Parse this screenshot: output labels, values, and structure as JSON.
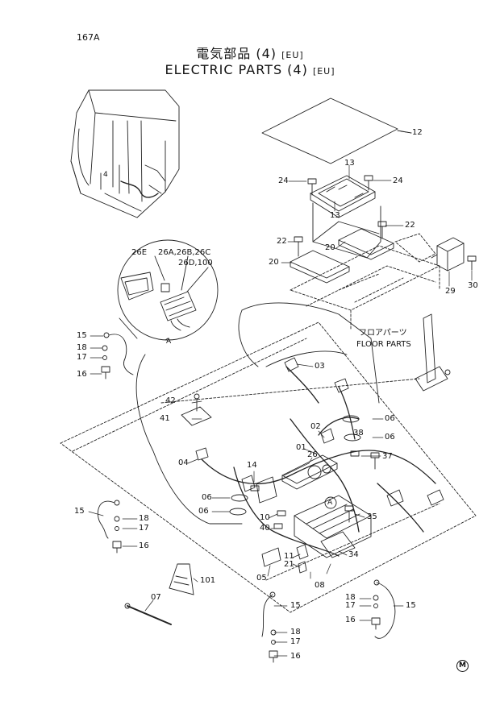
{
  "header": {
    "page_code": "167A",
    "title_jp": "電気部品 (4)",
    "title_jp_tag": "[EU]",
    "title_en": "ELECTRIC PARTS (4)",
    "title_en_tag": "[EU]"
  },
  "floor_parts": {
    "label_jp": "フロアパーツ",
    "label_en": "FLOOR PARTS"
  },
  "callouts": {
    "detail_a": "A",
    "detail_a_cab": "A",
    "cab_ref": "4"
  },
  "maker_mark": "M",
  "part_labels": [
    {
      "id": "12",
      "text": "12"
    },
    {
      "id": "13a",
      "text": "13"
    },
    {
      "id": "13b",
      "text": "13"
    },
    {
      "id": "24a",
      "text": "24"
    },
    {
      "id": "24b",
      "text": "24"
    },
    {
      "id": "22a",
      "text": "22"
    },
    {
      "id": "22b",
      "text": "22"
    },
    {
      "id": "20a",
      "text": "20"
    },
    {
      "id": "20b",
      "text": "20"
    },
    {
      "id": "29",
      "text": "29"
    },
    {
      "id": "30",
      "text": "30"
    },
    {
      "id": "26E",
      "text": "26E"
    },
    {
      "id": "26ABC",
      "text": "26A,26B,26C"
    },
    {
      "id": "26D",
      "text": "26D,100"
    },
    {
      "id": "15a",
      "text": "15"
    },
    {
      "id": "18a",
      "text": "18"
    },
    {
      "id": "17a",
      "text": "17"
    },
    {
      "id": "16a",
      "text": "16"
    },
    {
      "id": "03",
      "text": "03"
    },
    {
      "id": "42",
      "text": "42"
    },
    {
      "id": "41",
      "text": "41"
    },
    {
      "id": "06a",
      "text": "06"
    },
    {
      "id": "06b",
      "text": "06"
    },
    {
      "id": "02",
      "text": "02"
    },
    {
      "id": "01",
      "text": "01"
    },
    {
      "id": "26",
      "text": "26"
    },
    {
      "id": "38",
      "text": "38"
    },
    {
      "id": "37",
      "text": "37"
    },
    {
      "id": "04",
      "text": "04"
    },
    {
      "id": "14",
      "text": "14"
    },
    {
      "id": "06c",
      "text": "06"
    },
    {
      "id": "06d",
      "text": "06"
    },
    {
      "id": "10",
      "text": "10"
    },
    {
      "id": "40",
      "text": "40"
    },
    {
      "id": "35",
      "text": "35"
    },
    {
      "id": "15b",
      "text": "15"
    },
    {
      "id": "18b",
      "text": "18"
    },
    {
      "id": "17b",
      "text": "17"
    },
    {
      "id": "16b",
      "text": "16"
    },
    {
      "id": "11",
      "text": "11"
    },
    {
      "id": "21",
      "text": "21"
    },
    {
      "id": "34",
      "text": "34"
    },
    {
      "id": "08",
      "text": "08"
    },
    {
      "id": "05",
      "text": "05"
    },
    {
      "id": "101",
      "text": "101"
    },
    {
      "id": "07",
      "text": "07"
    },
    {
      "id": "15c",
      "text": "15"
    },
    {
      "id": "18c",
      "text": "18"
    },
    {
      "id": "17c",
      "text": "17"
    },
    {
      "id": "16c",
      "text": "16"
    },
    {
      "id": "15d",
      "text": "15"
    },
    {
      "id": "18d",
      "text": "18"
    },
    {
      "id": "17d",
      "text": "17"
    },
    {
      "id": "16d",
      "text": "16"
    }
  ]
}
